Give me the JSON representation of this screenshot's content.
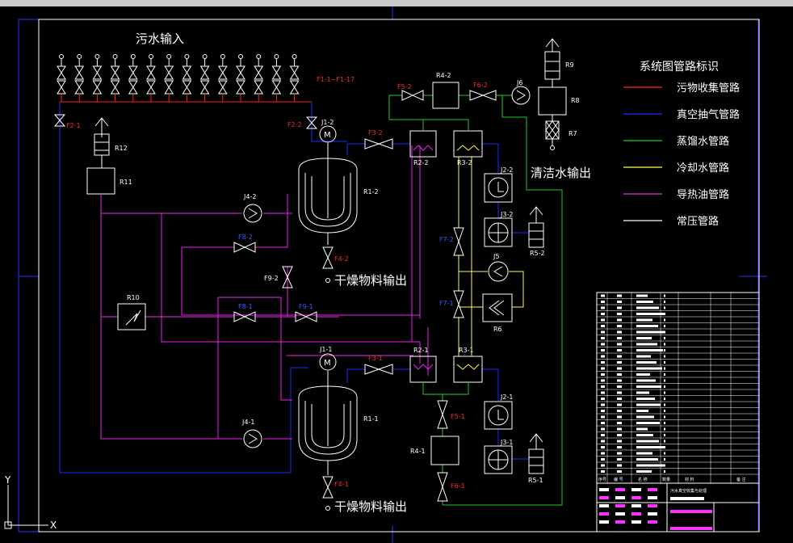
{
  "diagram": {
    "inlet_label": "污水输入",
    "valves_top_label": "F1-1~F1-17",
    "clean_water_label": "清洁水输出",
    "dry_output_label": "干燥物料输出",
    "labels": {
      "J1_2": "J1-2",
      "J1_1": "J1-1",
      "R1_2": "R1-2",
      "R1_1": "R1-1",
      "R2_2": "R2-2",
      "R2_1": "R2-1",
      "R3_2": "R3-2",
      "R3_1": "R3-1",
      "R4_2": "R4-2",
      "R4_1": "R4-1",
      "R5_2": "R5-2",
      "R5_1": "R5-1",
      "R6": "R6",
      "R7": "R7",
      "R8": "R8",
      "R9": "R9",
      "R10": "R10",
      "R11": "R11",
      "R12": "R12",
      "J2_2": "J2-2",
      "J2_1": "J2-1",
      "J3_2": "J3-2",
      "J3_1": "J3-1",
      "J4_2": "J4-2",
      "J4_1": "J4-1",
      "J5": "J5",
      "J6": "J6",
      "F2_1": "F2-1",
      "F2_2": "F2-2",
      "F3_2": "F3-2",
      "F3_1": "F3-1",
      "F4_2": "F4-2",
      "F4_1": "F4-1",
      "F5_2": "F5-2",
      "F5_1": "F5-1",
      "F6_2": "F6-2",
      "F6_1": "F6-1",
      "F7_2": "F7-2",
      "F7_1": "F7-1",
      "F8_2": "F8-2",
      "F8_1": "F8-1",
      "F9_2": "F9-2",
      "F9_1": "F9-1"
    },
    "legend": {
      "title": "系统图管路标识",
      "items": [
        {
          "label": "污物收集管路",
          "color": "#ff2020"
        },
        {
          "label": "真空抽气管路",
          "color": "#1c2cff"
        },
        {
          "label": "蒸馏水管路",
          "color": "#22cc22"
        },
        {
          "label": "冷却水管路",
          "color": "#ffff44"
        },
        {
          "label": "导热油管路",
          "color": "#ee22ee"
        },
        {
          "label": "常压管路",
          "color": "#ffffff"
        }
      ]
    },
    "title_block": {
      "row_header": "序号",
      "col_code": "编 号",
      "col_name": "名 称",
      "col_qty": "数量",
      "col_material": "材 料",
      "col_note": "备 注",
      "project_name": "污水真空收集与处理"
    }
  },
  "colors": {
    "background": "#000000",
    "frame": "#2a33ff",
    "red": "#ff2020",
    "blue": "#1c2cff",
    "green": "#22cc22",
    "yellow": "#ffff44",
    "magenta": "#ee22ee",
    "white": "#ffffff"
  }
}
